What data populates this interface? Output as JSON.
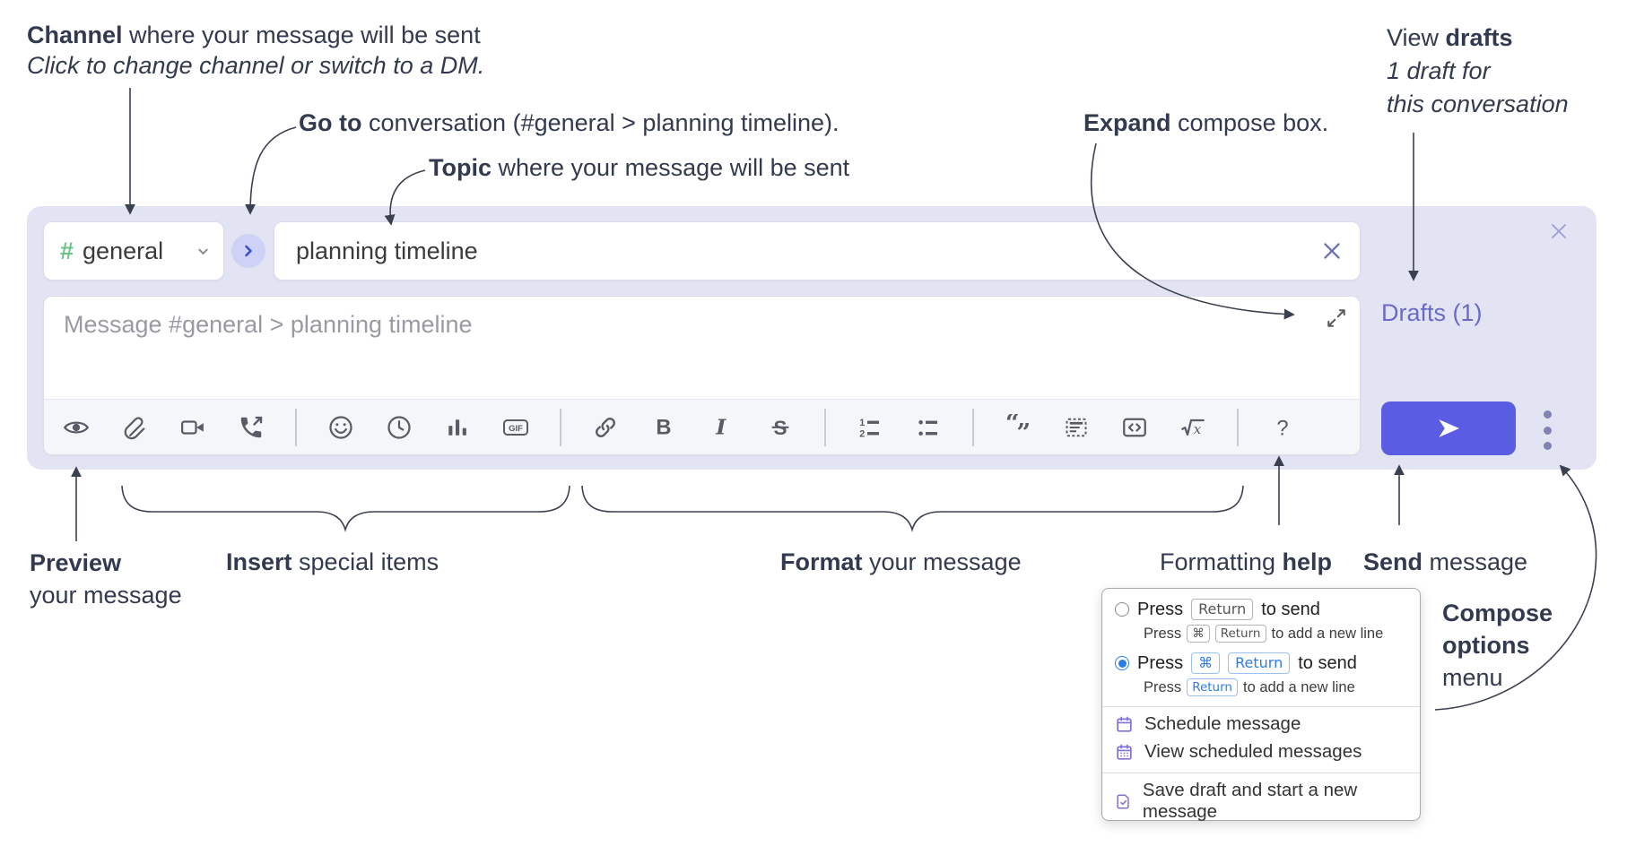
{
  "annotations": {
    "channel": {
      "lead": "Channel",
      "rest": " where your message will be sent",
      "sub": "Click to change channel or switch to a DM."
    },
    "go_to": {
      "lead": "Go to",
      "rest": " conversation (#general > planning timeline)."
    },
    "topic": {
      "lead": "Topic",
      "rest": " where your message will be sent"
    },
    "expand": {
      "lead": "Expand",
      "rest": " compose box."
    },
    "view_drafts": {
      "pre": "View ",
      "lead": "drafts",
      "sub1": "1 draft for",
      "sub2": "this conversation"
    },
    "preview": {
      "lead": "Preview",
      "sub": "your message"
    },
    "insert": {
      "lead": "Insert",
      "rest": " special items"
    },
    "format": {
      "lead": "Format",
      "rest": " your message"
    },
    "formatting_help": {
      "pre": "Formatting ",
      "lead": "help"
    },
    "send": {
      "lead": "Send",
      "rest": " message"
    },
    "compose_options": {
      "lead1": "Compose",
      "lead2": "options",
      "rest": "menu"
    }
  },
  "compose": {
    "channel": {
      "hash": "#",
      "name": "general"
    },
    "topic_value": "planning timeline",
    "message_placeholder": "Message #general > planning timeline",
    "drafts_label": "Drafts (1)",
    "gif_label": "GIF",
    "toolbar_icons": [
      "preview-eye",
      "attach-paperclip",
      "video-call",
      "audio-call",
      "emoji",
      "time",
      "poll",
      "gif",
      "link",
      "bold",
      "italic",
      "strikethrough",
      "numbered-list",
      "bulleted-list",
      "quote",
      "spoiler",
      "code",
      "math",
      "help"
    ]
  },
  "popup": {
    "options": [
      {
        "press": "Press",
        "keys": [
          "Return"
        ],
        "suffix": "to send",
        "sub_press": "Press",
        "sub_keys": [
          "⌘",
          "Return"
        ],
        "sub_suffix": "to add a new line",
        "selected": false
      },
      {
        "press": "Press",
        "keys": [
          "⌘",
          "Return"
        ],
        "suffix": "to send",
        "sub_press": "Press",
        "sub_keys": [
          "Return"
        ],
        "sub_suffix": "to add a new line",
        "selected": true
      }
    ],
    "items": [
      "Schedule message",
      "View scheduled messages",
      "Save draft and start a new message"
    ]
  },
  "colors": {
    "compose_bg": "#e3e4f3",
    "send_button": "#5a5ce4",
    "drafts_link": "#696bc7",
    "channel_hash": "#6dc387",
    "radio_selected": "#2b7de1",
    "menu_icon": "#7e72d3",
    "annotation_text": "#333a4f"
  }
}
